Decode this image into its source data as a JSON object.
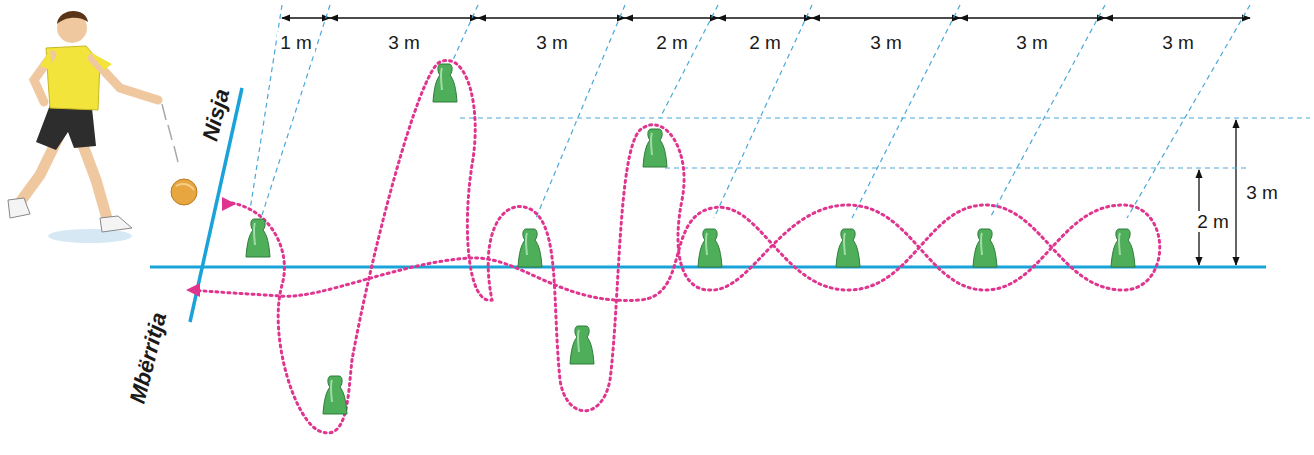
{
  "diagram": {
    "labels": [
      "1 m",
      "3 m",
      "3 m",
      "2 m",
      "2 m",
      "3 m",
      "3 m",
      "3 m",
      "3 m",
      "2 m",
      "Nisja",
      "Mbërritja"
    ]
  }
}
